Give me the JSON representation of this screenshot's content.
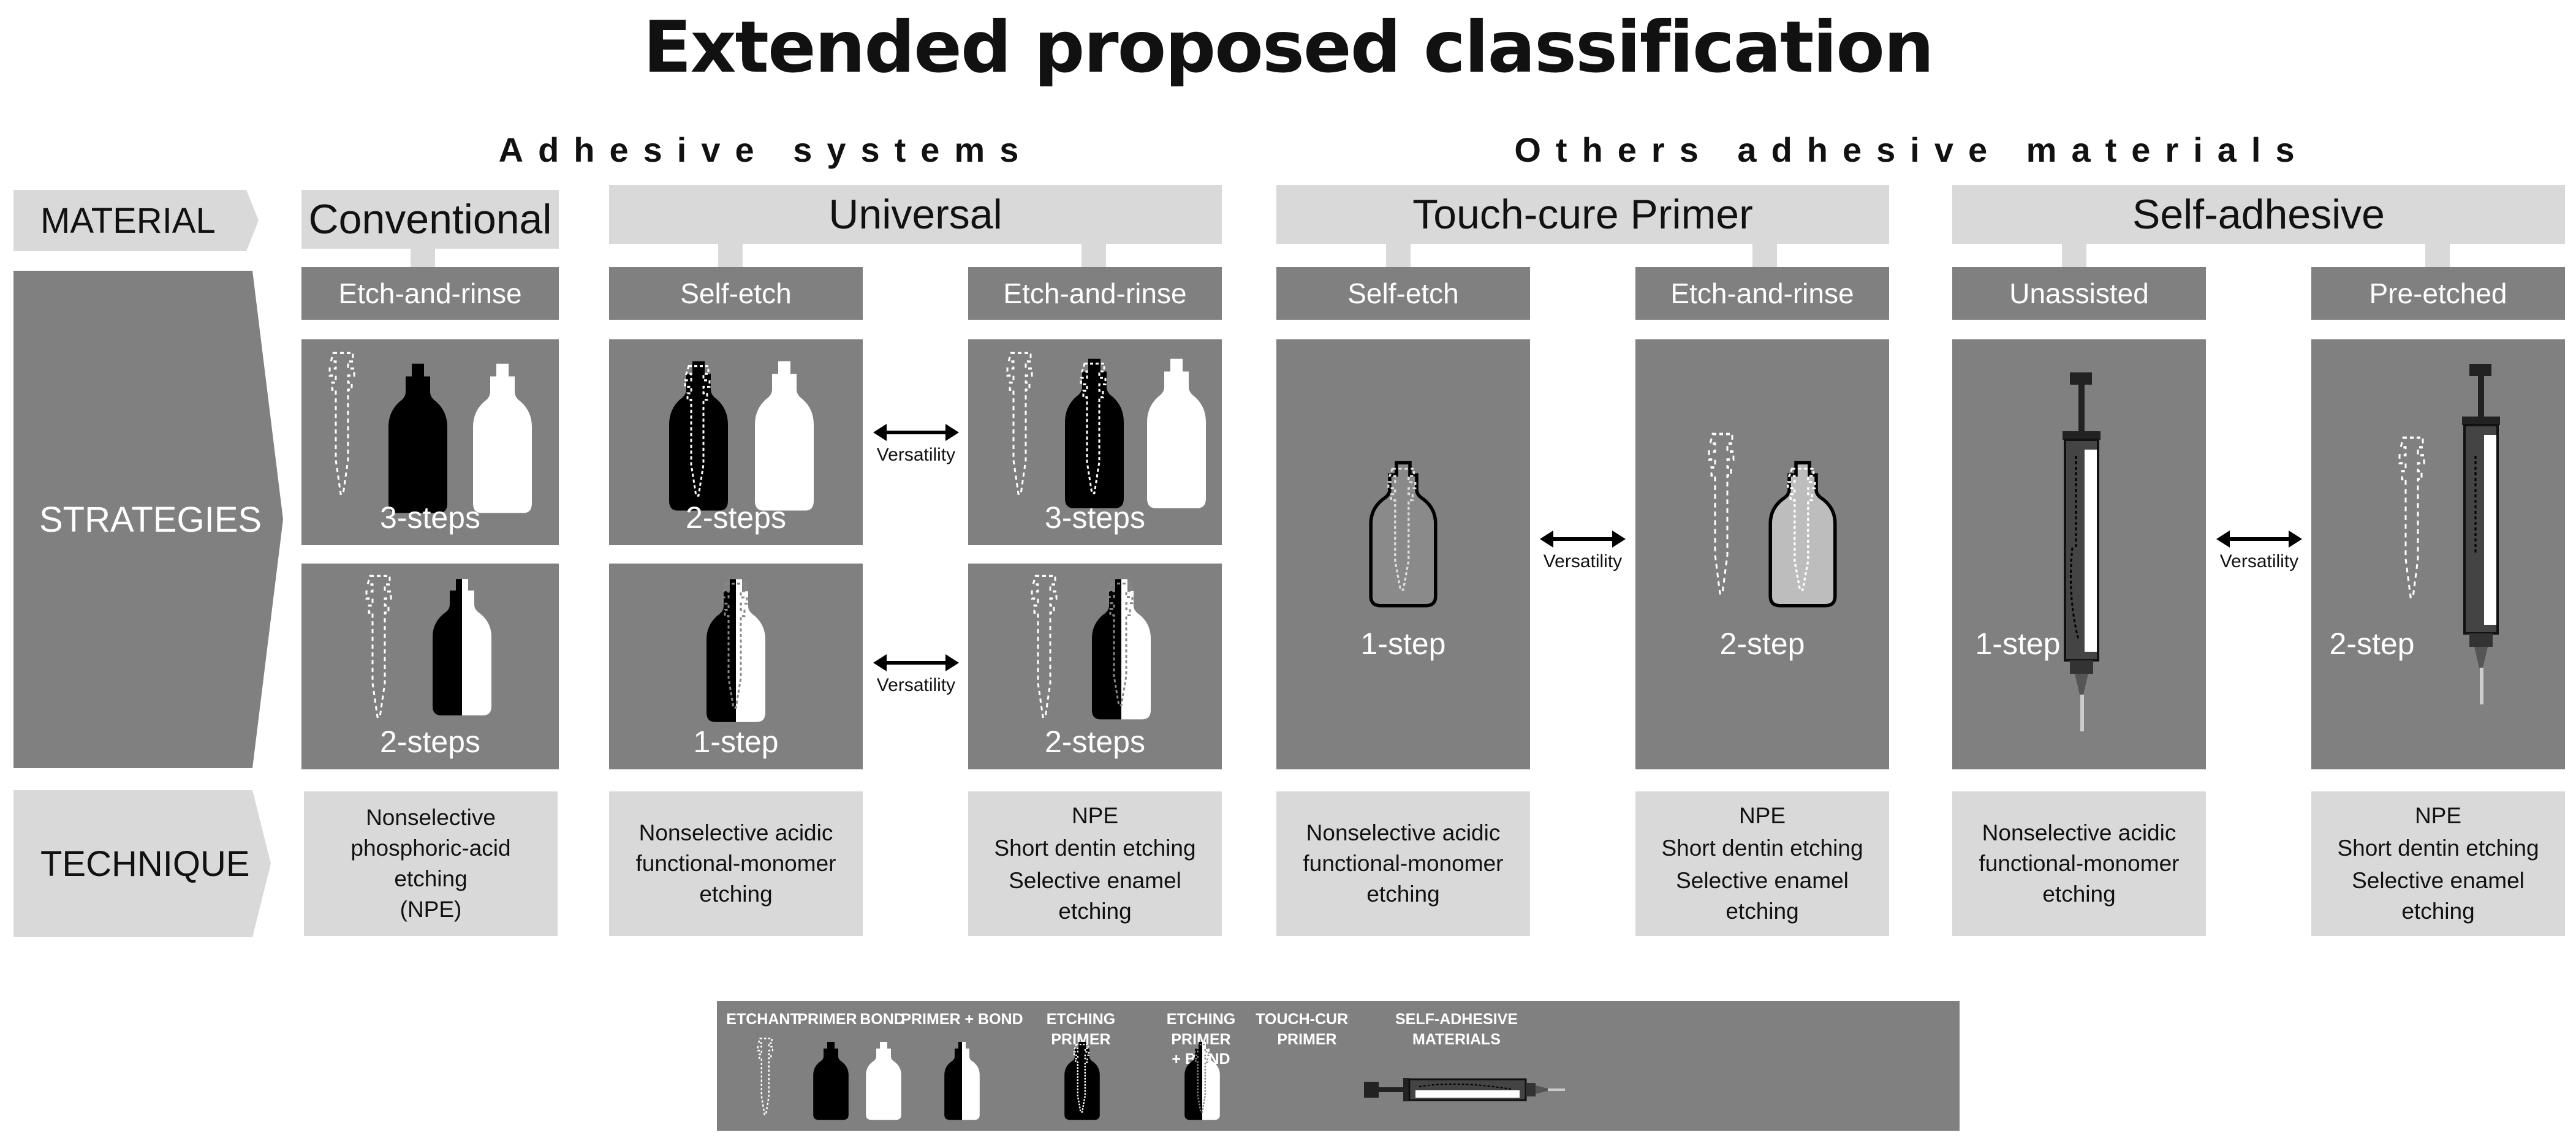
{
  "title": "Extended proposed classification",
  "groups": {
    "adhesive_systems": "Adhesive systems",
    "other_materials": "Others adhesive materials"
  },
  "rows": {
    "material": "MATERIAL",
    "strategies": "STRATEGIES",
    "technique": "TECHNIQUE"
  },
  "materials": {
    "conventional": "Conventional",
    "universal": "Universal",
    "touch_cure": "Touch-cure Primer",
    "self_adhesive": "Self-adhesive"
  },
  "strategies": {
    "conv_er": "Etch-and-rinse",
    "uni_se": "Self-etch",
    "uni_er": "Etch-and-rinse",
    "tc_se": "Self-etch",
    "tc_er": "Etch-and-rinse",
    "sa_unassisted": "Unassisted",
    "sa_preetched": "Pre-etched"
  },
  "steps": {
    "conv_top": "3-steps",
    "conv_bottom": "2-steps",
    "se_top": "2-steps",
    "se_bottom": "1-step",
    "er_top": "3-steps",
    "er_bottom": "2-steps",
    "tc_se": "1-step",
    "tc_er": "2-step",
    "sa_unassisted": "1-step",
    "sa_preetched": "2-step"
  },
  "versatility": "Versatility",
  "techniques": {
    "conv": [
      "Nonselective",
      "phosphoric-acid",
      "etching",
      "(NPE)"
    ],
    "uni_se": [
      "Nonselective acidic",
      "functional-monomer",
      "etching"
    ],
    "uni_er": [
      "NPE",
      "Short dentin etching",
      "Selective enamel etching"
    ],
    "tc_se": [
      "Nonselective acidic",
      "functional-monomer",
      "etching"
    ],
    "tc_er": [
      "NPE",
      "Short dentin etching",
      "Selective enamel etching"
    ],
    "sa_un": [
      "Nonselective acidic",
      "functional-monomer",
      "etching"
    ],
    "sa_pre": [
      "NPE",
      "Short dentin etching",
      "Selective enamel etching"
    ]
  },
  "legend": {
    "etchant": "ETCHANT",
    "primer": "PRIMER",
    "bond": "BOND",
    "primer_bond_1": "PRIMER + BOND",
    "etching_primer": "ETCHING PRIMER",
    "etching_primer_bond_1": "ETCHING PRIMER",
    "etching_primer_bond_2": "+ BOND",
    "touch_cure_1": "TOUCH-CURE",
    "touch_cure_2": "PRIMER",
    "self_adhesive_1": "SELF-ADHESIVE",
    "self_adhesive_2": "MATERIALS"
  },
  "colors": {
    "panel": "#808080",
    "light": "#d9d9d9",
    "black": "#000000",
    "white": "#ffffff"
  }
}
